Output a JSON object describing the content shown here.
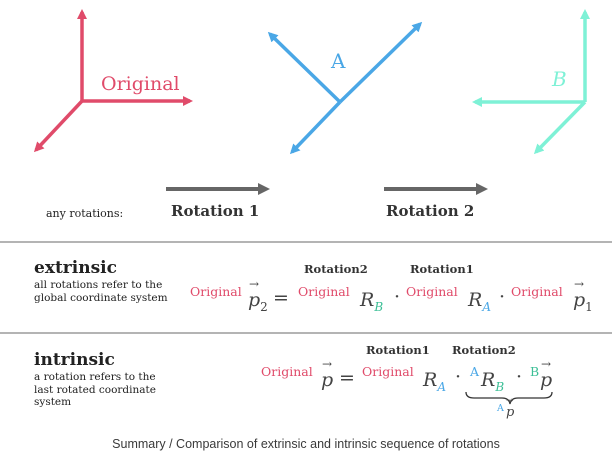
{
  "diagram": {
    "frame_original_label": "Original",
    "frame_a_label": "A",
    "frame_b_label": "B",
    "any_rotations": "any rotations:",
    "rotation1": "Rotation 1",
    "rotation2": "Rotation 2",
    "colors": {
      "original": "#e04b6a",
      "a": "#4aa7e6",
      "b": "#7ef1d6",
      "arrow": "#666666",
      "divider": "#888888"
    }
  },
  "extrinsic": {
    "heading": "extrinsic",
    "description": "all rotations refer to the global coordinate system",
    "lhs_super": "Original",
    "lhs_var": "p",
    "lhs_sub": "2",
    "equals": "=",
    "rot2_label": "Rotation2",
    "rot1_label": "Rotation1",
    "t1_super": "Original",
    "t1_var": "R",
    "t1_sub": "B",
    "dot": "·",
    "t2_super": "Original",
    "t2_var": "R",
    "t2_sub": "A",
    "t3_super": "Original",
    "t3_var": "p",
    "t3_sub": "1"
  },
  "intrinsic": {
    "heading": "intrinsic",
    "description": "a rotation refers to the last rotated coordinate system",
    "lhs_super": "Original",
    "lhs_var": "p",
    "equals": "=",
    "rot1_label": "Rotation1",
    "rot2_label": "Rotation2",
    "t1_super": "Original",
    "t1_var": "R",
    "t1_sub": "A",
    "dot": "·",
    "t2_super": "A",
    "t2_var": "R",
    "t2_sub": "B",
    "t3_super": "B",
    "t3_var": "p",
    "brace_super": "A",
    "brace_var": "p"
  },
  "caption": "Summary / Comparison of extrinsic and intrinsic sequence of rotations"
}
